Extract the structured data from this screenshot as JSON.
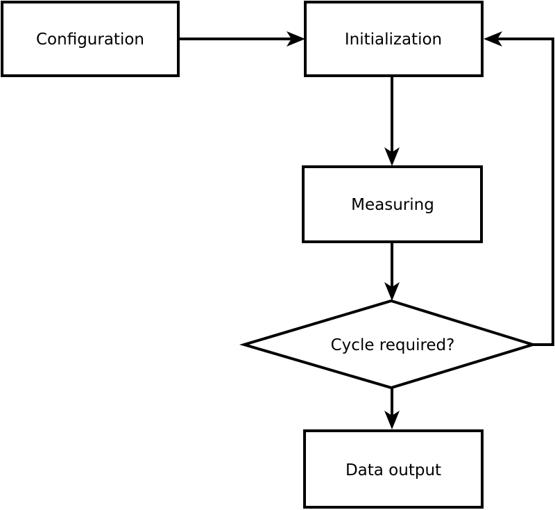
{
  "diagram": {
    "type": "flowchart",
    "colors": {
      "stroke": "#000000",
      "fill": "#ffffff",
      "background": "#ffffff"
    },
    "nodes": {
      "configuration": {
        "label": "Configuration",
        "shape": "process"
      },
      "initialization": {
        "label": "Initialization",
        "shape": "process"
      },
      "measuring": {
        "label": "Measuring",
        "shape": "process"
      },
      "cycle_required": {
        "label": "Cycle required?",
        "shape": "decision"
      },
      "data_output": {
        "label": "Data output",
        "shape": "process"
      }
    },
    "edges": [
      {
        "from": "configuration",
        "to": "initialization"
      },
      {
        "from": "initialization",
        "to": "measuring"
      },
      {
        "from": "measuring",
        "to": "cycle_required"
      },
      {
        "from": "cycle_required",
        "to": "data_output"
      },
      {
        "from": "cycle_required",
        "to": "initialization",
        "note": "loop back"
      }
    ]
  }
}
